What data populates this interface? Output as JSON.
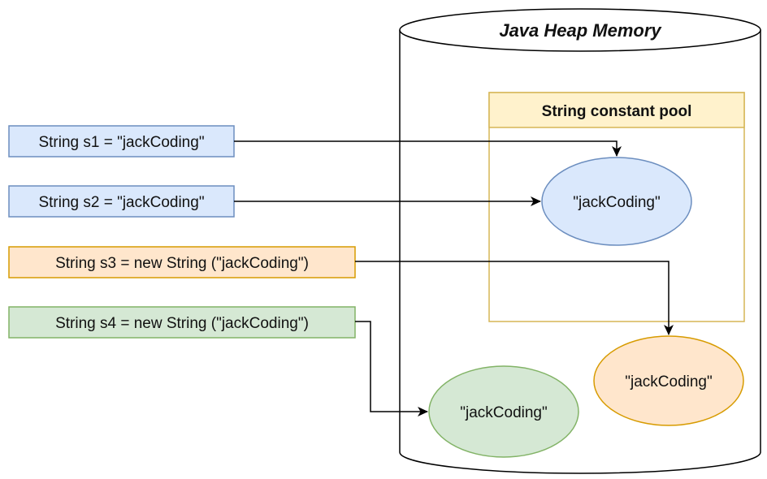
{
  "heap": {
    "title": "Java Heap Memory"
  },
  "pool": {
    "title": "String constant pool"
  },
  "statements": [
    {
      "id": "s1",
      "text": "String s1 = \"jackCoding\""
    },
    {
      "id": "s2",
      "text": "String s2 = \"jackCoding\""
    },
    {
      "id": "s3",
      "text": "String s3 = new String (\"jackCoding\")"
    },
    {
      "id": "s4",
      "text": "String s4 = new String (\"jackCoding\")"
    }
  ],
  "objects": {
    "pool_literal": "\"jackCoding\"",
    "s3_object": "\"jackCoding\"",
    "s4_object": "\"jackCoding\""
  },
  "colors": {
    "blue_fill": "#dae8fc",
    "blue_stroke": "#6c8ebf",
    "orange_fill": "#ffe6cc",
    "orange_stroke": "#d79b00",
    "green_fill": "#d5e8d4",
    "green_stroke": "#82b366",
    "pool_fill": "#fff2cc",
    "pool_stroke": "#d6b656",
    "line": "#000000"
  }
}
